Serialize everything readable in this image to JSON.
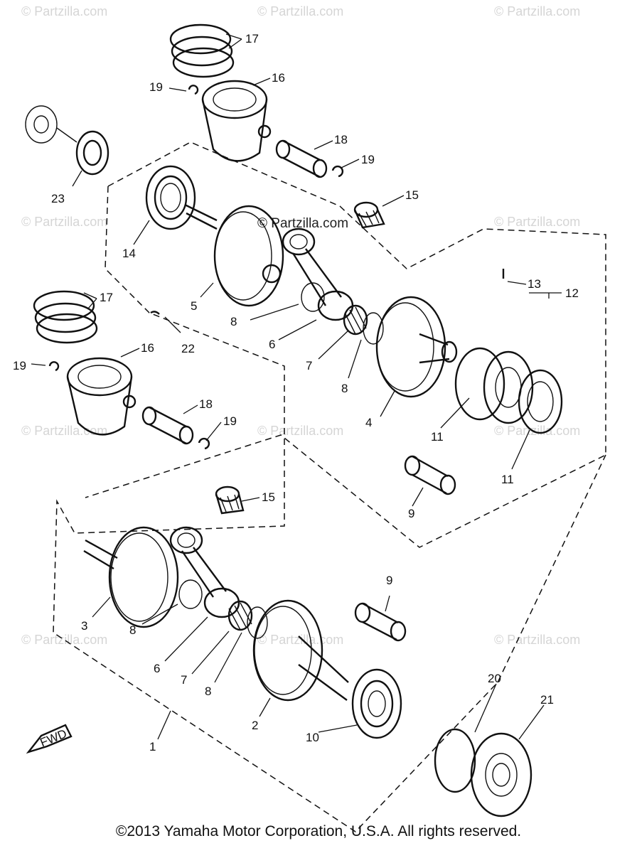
{
  "watermark": {
    "text": "© Partzilla.com",
    "center_text": "© Partzilla.com"
  },
  "callouts": {
    "c1": "1",
    "c2": "2",
    "c3": "3",
    "c4": "4",
    "c5": "5",
    "c6a": "6",
    "c6b": "6",
    "c7a": "7",
    "c7b": "7",
    "c8a": "8",
    "c8b": "8",
    "c8c": "8",
    "c8d": "8",
    "c9a": "9",
    "c9b": "9",
    "c10": "10",
    "c11a": "11",
    "c11b": "11",
    "c12": "12",
    "c13": "13",
    "c14": "14",
    "c15a": "15",
    "c15b": "15",
    "c16a": "16",
    "c16b": "16",
    "c17a": "17",
    "c17b": "17",
    "c18a": "18",
    "c18b": "18",
    "c19a": "19",
    "c19b": "19",
    "c19c": "19",
    "c19d": "19",
    "c20": "20",
    "c21": "21",
    "c22": "22",
    "c23": "23"
  },
  "fwd_label": "FWD",
  "copyright": "©2013 Yamaha Motor Corporation, U.S.A. All rights reserved."
}
